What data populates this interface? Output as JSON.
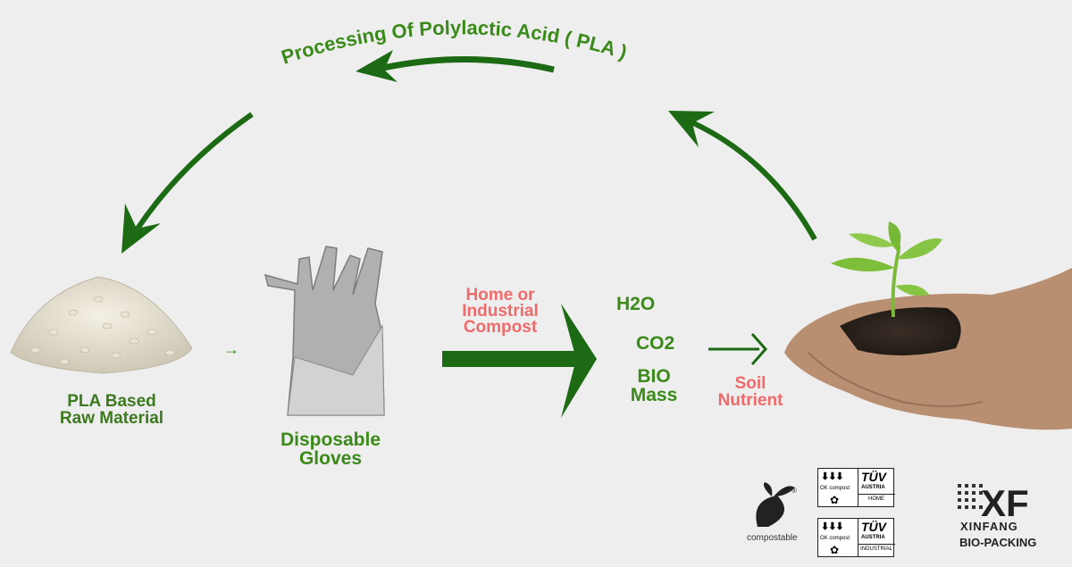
{
  "cycle": {
    "title": "Processing Of Polylactic Acid ( PLA )"
  },
  "stages": {
    "raw_material_line1": "PLA Based",
    "raw_material_line2": "Raw Material",
    "gloves_line1": "Disposable",
    "gloves_line2": "Gloves",
    "compost_line1": "Home or",
    "compost_line2": "Industrial",
    "compost_line3": "Compost",
    "h2o": "H2O",
    "co2": "CO2",
    "bio_line1": "BIO",
    "bio_line2": "Mass",
    "soil_line1": "Soil",
    "soil_line2": "Nutrient"
  },
  "small_arrow": "→",
  "certifications": {
    "compostable": "compostable",
    "ok_compost_home": {
      "ok": "OK compost",
      "tuv": "TÜV",
      "austria": "AUSTRIA",
      "type": "HOME"
    },
    "ok_compost_industrial": {
      "ok": "OK compost",
      "tuv": "TÜV",
      "austria": "AUSTRIA",
      "type": "INDUSTRIAL"
    },
    "arrows_glyph": "⬇⬇⬇",
    "registered": "®"
  },
  "brand": {
    "logo_letters": "XF",
    "name": "XINFANG",
    "subtitle": "BIO-PACKING"
  },
  "colors": {
    "background": "#eeeeee",
    "arrow_green": "#1d6a14",
    "text_green": "#3a8a1a",
    "text_pink": "#ef6a6a"
  }
}
